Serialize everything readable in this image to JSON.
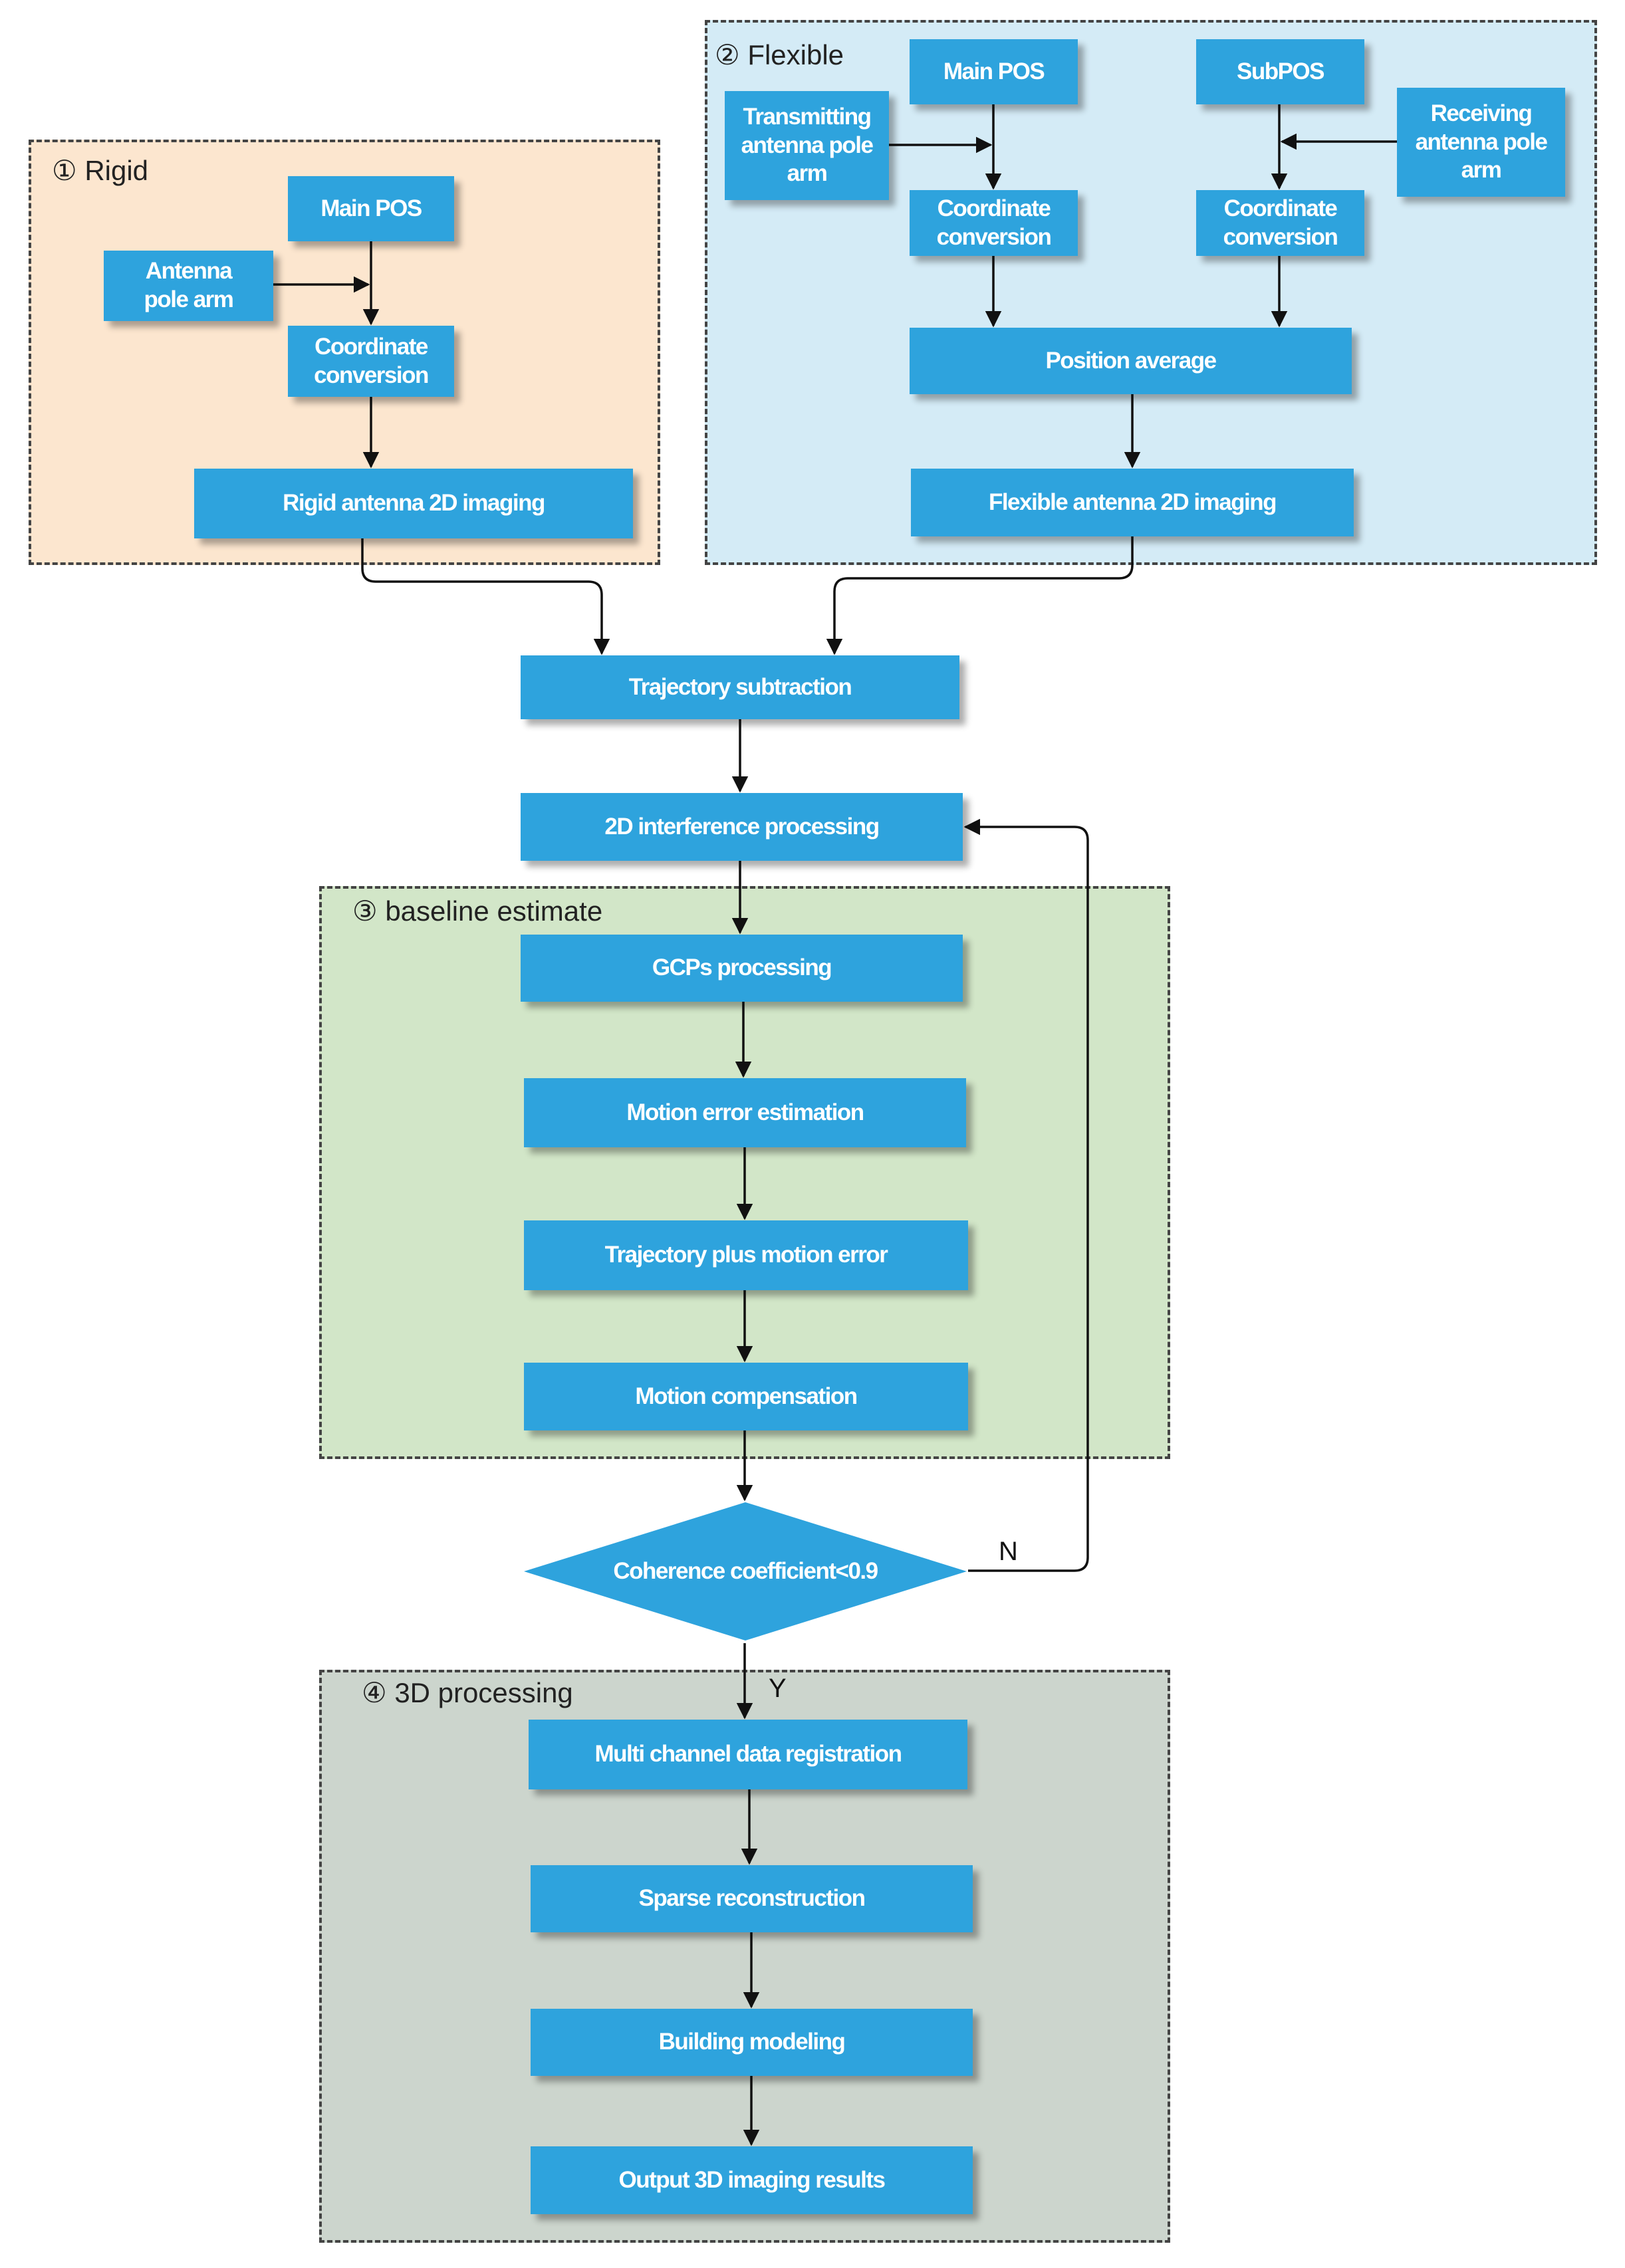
{
  "regions": {
    "rigid": "① Rigid",
    "flexible": "② Flexible",
    "baseline": "③ baseline estimate",
    "processing3d": "④ 3D processing"
  },
  "nodes": {
    "rigid_main_pos": "Main POS",
    "rigid_antenna_arm": "Antenna\npole arm",
    "rigid_coord_conv": "Coordinate\nconversion",
    "rigid_imaging": "Rigid antenna 2D imaging",
    "flex_main_pos": "Main POS",
    "flex_sub_pos": "SubPOS",
    "flex_tx_arm": "Transmitting\nantenna pole\narm",
    "flex_rx_arm": "Receiving\nantenna pole\narm",
    "flex_coord_conv_left": "Coordinate\nconversion",
    "flex_coord_conv_right": "Coordinate\nconversion",
    "flex_position_avg": "Position average",
    "flex_imaging": "Flexible antenna 2D imaging",
    "trajectory_subtraction": "Trajectory subtraction",
    "interference_2d": "2D interference processing",
    "gcps": "GCPs processing",
    "motion_error_est": "Motion error estimation",
    "trajectory_plus": "Trajectory plus motion error",
    "motion_comp": "Motion compensation",
    "coherence_check": "Coherence coefficient<0.9",
    "multi_channel": "Multi channel data registration",
    "sparse_recon": "Sparse reconstruction",
    "building_model": "Building modeling",
    "output_3d": "Output 3D imaging results"
  },
  "edge_labels": {
    "no": "N",
    "yes": "Y"
  },
  "colors": {
    "box_fill": "#2ea3dd",
    "rigid_bg": "#fce6cf",
    "flexible_bg": "#d4ebf6",
    "baseline_bg": "#d2e6c8",
    "processing3d_bg": "#ccd5cd"
  }
}
